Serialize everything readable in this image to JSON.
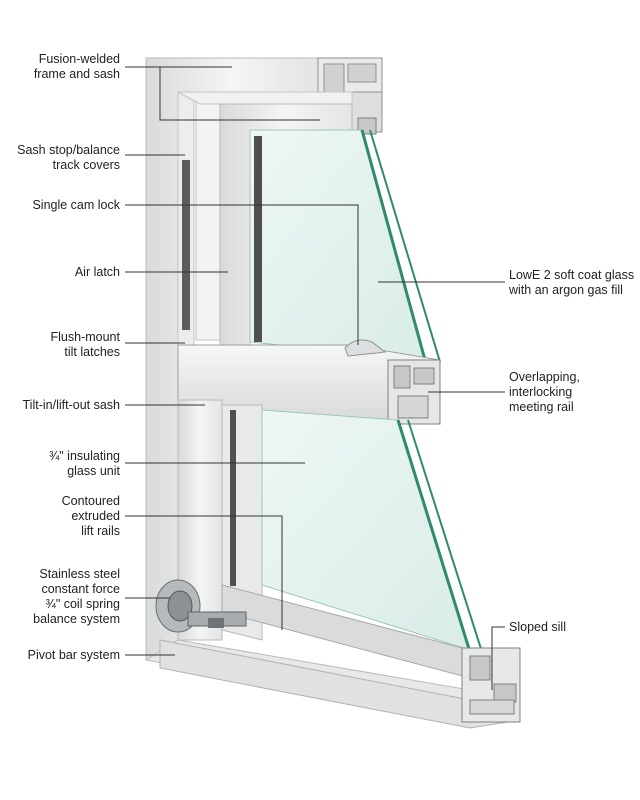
{
  "callouts": {
    "fusion_welded": [
      "Fusion-welded",
      "frame and sash"
    ],
    "sash_stop": [
      "Sash stop/balance",
      "track covers"
    ],
    "single_cam_lock": [
      "Single cam lock"
    ],
    "air_latch": [
      "Air latch"
    ],
    "flush_mount": [
      "Flush-mount",
      "tilt latches"
    ],
    "tilt_in": [
      "Tilt-in/lift-out sash"
    ],
    "insulating_glass": [
      "¾\" insulating",
      "glass unit"
    ],
    "contoured_rails": [
      "Contoured",
      "extruded",
      "lift rails"
    ],
    "coil_spring": [
      "Stainless steel",
      "constant force",
      "¾\" coil spring",
      "balance system"
    ],
    "pivot_bar": [
      "Pivot bar system"
    ],
    "lowe_glass": [
      "LowE 2 soft coat glass",
      "with an argon gas fill"
    ],
    "meeting_rail": [
      "Overlapping,",
      "interlocking",
      "meeting rail"
    ],
    "sloped_sill": [
      "Sloped sill"
    ]
  },
  "colors": {
    "frame": "#eeefef",
    "frame_shadow": "#c9cbcc",
    "glass": "#e3f1ee",
    "glass_edge": "#2f8a6f",
    "leader": "#333333"
  },
  "illustration": "double-hung-window-cutaway"
}
